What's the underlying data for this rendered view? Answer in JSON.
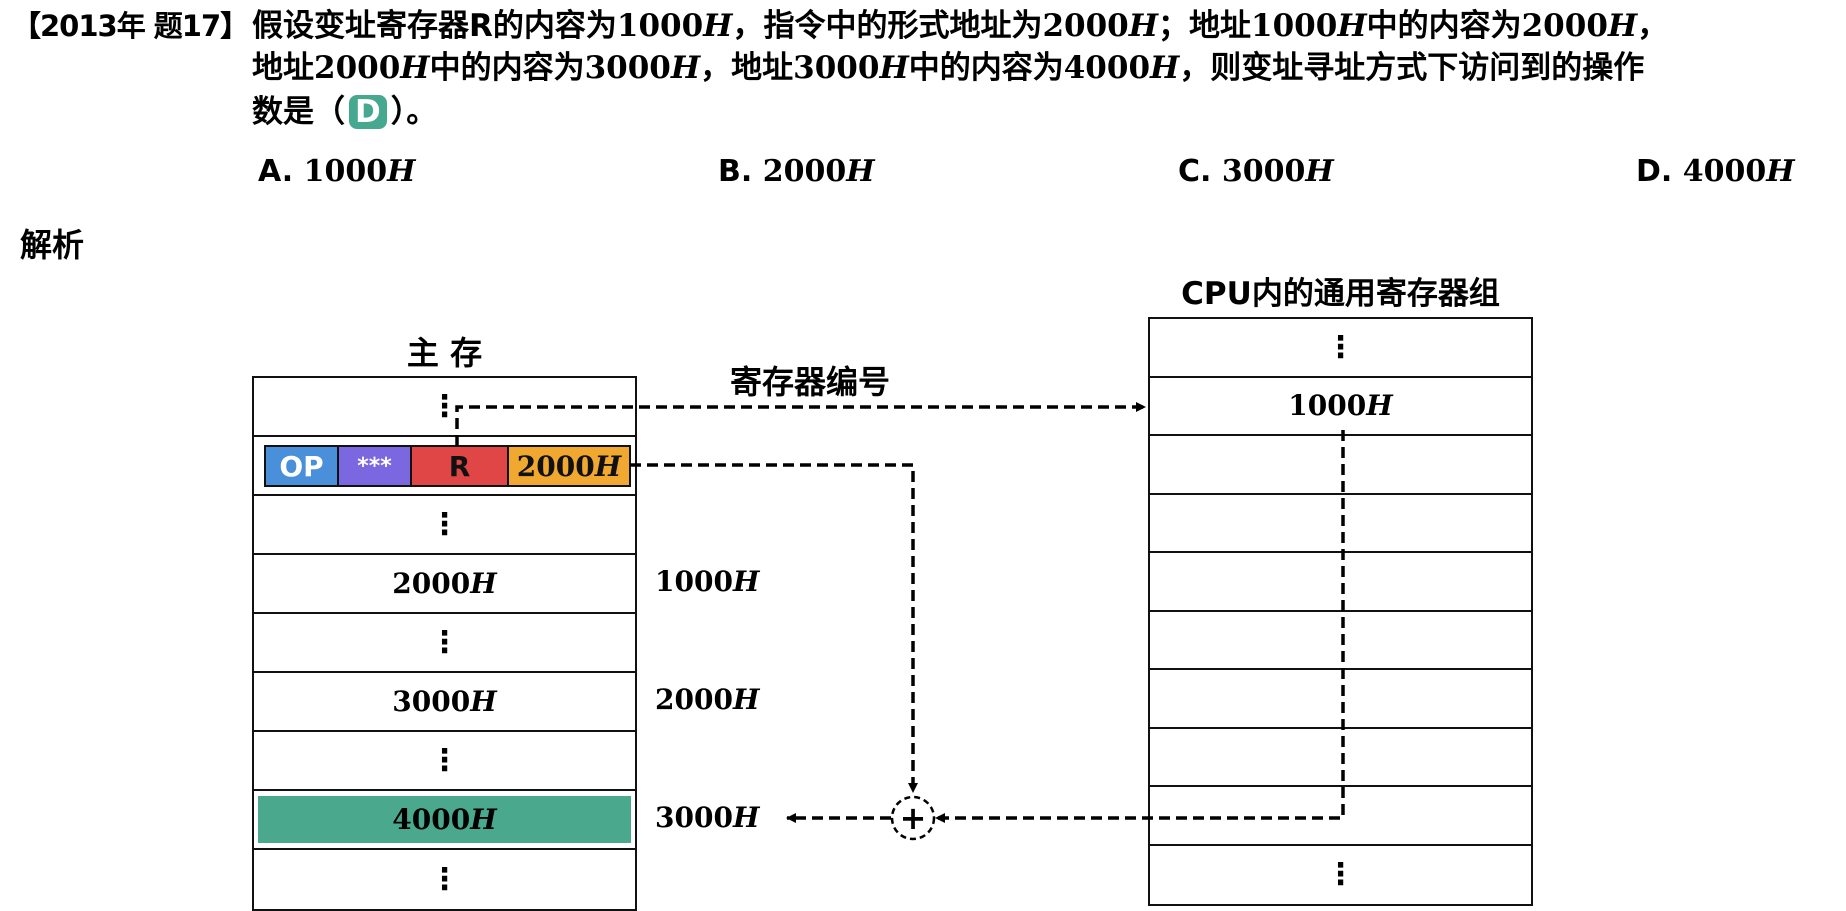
{
  "question": {
    "prefix": "【2013年 题17】",
    "line1": [
      {
        "t": "假设变址寄存器R的内容为"
      },
      {
        "n": "1000",
        "h": "H"
      },
      {
        "t": "，指令中的形式地址为"
      },
      {
        "n": "2000",
        "h": "H"
      },
      {
        "t": "；地址"
      },
      {
        "n": "1000",
        "h": "H"
      },
      {
        "t": "中的内容为"
      },
      {
        "n": "2000",
        "h": "H"
      },
      {
        "t": "，"
      }
    ],
    "line2": [
      {
        "t": "地址"
      },
      {
        "n": "2000",
        "h": "H"
      },
      {
        "t": "中的内容为"
      },
      {
        "n": "3000",
        "h": "H"
      },
      {
        "t": "，地址"
      },
      {
        "n": "3000",
        "h": "H"
      },
      {
        "t": "中的内容为"
      },
      {
        "n": "4000",
        "h": "H"
      },
      {
        "t": "，则变址寻址方式下访问到的操作"
      }
    ],
    "line3_before": "数是（",
    "answer": "D",
    "line3_after": "）。",
    "options": [
      {
        "letter": "A.",
        "num": "1000",
        "h": "H"
      },
      {
        "letter": "B.",
        "num": "2000",
        "h": "H"
      },
      {
        "letter": "C.",
        "num": "3000",
        "h": "H"
      },
      {
        "letter": "D.",
        "num": "4000",
        "h": "H"
      }
    ]
  },
  "analysis_heading": "解析",
  "diagram": {
    "memory_title": "主 存",
    "register_title": "CPU内的通用寄存器组",
    "register_number_label": "寄存器编号",
    "ellipsis": "⋮",
    "instruction": {
      "op": "OP",
      "stars": "***",
      "reg": "R",
      "addr_num": "2000",
      "addr_h": "H",
      "colors": {
        "op": "#4a8fd9",
        "stars": "#7b68e0",
        "reg": "#e04646",
        "addr": "#f0a830"
      }
    },
    "memory_rows": [
      {
        "type": "ellipsis"
      },
      {
        "type": "instruction"
      },
      {
        "type": "ellipsis"
      },
      {
        "type": "value",
        "num": "2000",
        "h": "H",
        "address_num": "1000",
        "address_h": "H"
      },
      {
        "type": "ellipsis"
      },
      {
        "type": "value",
        "num": "3000",
        "h": "H",
        "address_num": "2000",
        "address_h": "H"
      },
      {
        "type": "ellipsis"
      },
      {
        "type": "highlight",
        "num": "4000",
        "h": "H",
        "address_num": "3000",
        "address_h": "H",
        "color": "#4aa88c"
      },
      {
        "type": "ellipsis"
      }
    ],
    "register_rows": [
      {
        "type": "ellipsis"
      },
      {
        "type": "value",
        "num": "1000",
        "h": "H"
      },
      {
        "type": "empty"
      },
      {
        "type": "empty"
      },
      {
        "type": "empty"
      },
      {
        "type": "empty"
      },
      {
        "type": "empty"
      },
      {
        "type": "empty"
      },
      {
        "type": "empty"
      },
      {
        "type": "ellipsis"
      }
    ],
    "adder_symbol": "+"
  }
}
